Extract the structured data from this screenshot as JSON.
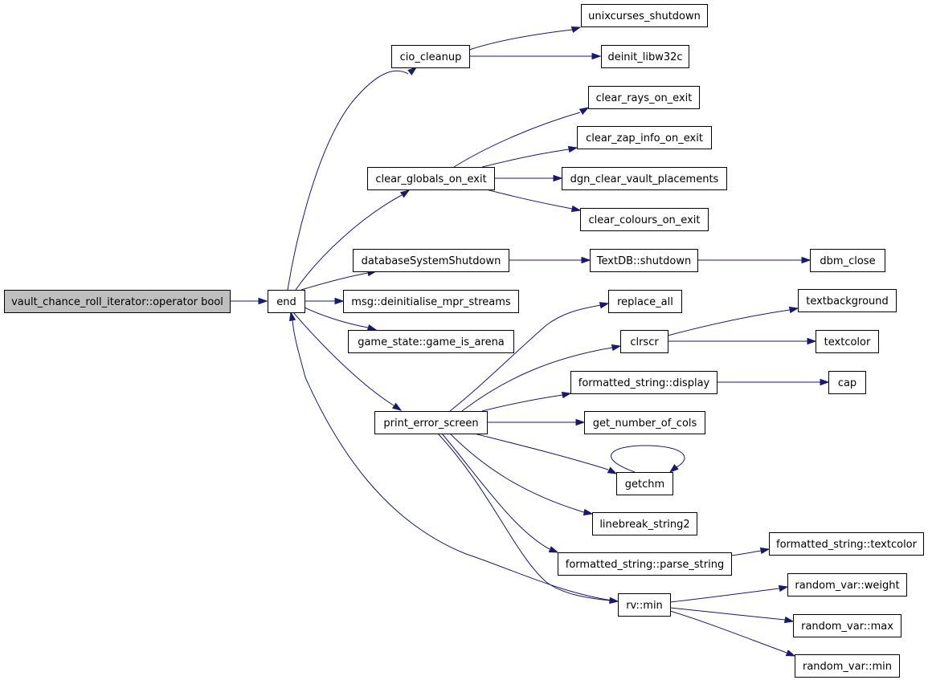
{
  "diagram": {
    "nodes": [
      {
        "id": "root",
        "label": "vault_chance_roll_iterator::operator bool",
        "root": true
      },
      {
        "id": "end",
        "label": "end"
      },
      {
        "id": "cio_cleanup",
        "label": "cio_cleanup"
      },
      {
        "id": "unixcurses_shutdown",
        "label": "unixcurses_shutdown"
      },
      {
        "id": "deinit_libw32c",
        "label": "deinit_libw32c"
      },
      {
        "id": "clear_globals_on_exit",
        "label": "clear_globals_on_exit"
      },
      {
        "id": "clear_rays_on_exit",
        "label": "clear_rays_on_exit"
      },
      {
        "id": "clear_zap_info_on_exit",
        "label": "clear_zap_info_on_exit"
      },
      {
        "id": "dgn_clear_vault_placements",
        "label": "dgn_clear_vault_placements"
      },
      {
        "id": "clear_colours_on_exit",
        "label": "clear_colours_on_exit"
      },
      {
        "id": "databaseSystemShutdown",
        "label": "databaseSystemShutdown"
      },
      {
        "id": "textdb_shutdown",
        "label": "TextDB::shutdown"
      },
      {
        "id": "dbm_close",
        "label": "dbm_close"
      },
      {
        "id": "deinitialise_mpr",
        "label": "msg::deinitialise_mpr_streams"
      },
      {
        "id": "game_is_arena",
        "label": "game_state::game_is_arena"
      },
      {
        "id": "print_error_screen",
        "label": "print_error_screen"
      },
      {
        "id": "replace_all",
        "label": "replace_all"
      },
      {
        "id": "clrscr",
        "label": "clrscr"
      },
      {
        "id": "textbackground",
        "label": "textbackground"
      },
      {
        "id": "textcolor",
        "label": "textcolor"
      },
      {
        "id": "fs_display",
        "label": "formatted_string::display"
      },
      {
        "id": "cap",
        "label": "cap"
      },
      {
        "id": "get_number_of_cols",
        "label": "get_number_of_cols"
      },
      {
        "id": "getchm",
        "label": "getchm"
      },
      {
        "id": "linebreak_string2",
        "label": "linebreak_string2"
      },
      {
        "id": "fs_parse_string",
        "label": "formatted_string::parse_string"
      },
      {
        "id": "fs_textcolor",
        "label": "formatted_string::textcolor"
      },
      {
        "id": "rv_min",
        "label": "rv::min"
      },
      {
        "id": "random_var_weight",
        "label": "random_var::weight"
      },
      {
        "id": "random_var_max",
        "label": "random_var::max"
      },
      {
        "id": "random_var_min",
        "label": "random_var::min"
      }
    ],
    "edges": [
      {
        "from": "root",
        "to": "end"
      },
      {
        "from": "end",
        "to": "cio_cleanup"
      },
      {
        "from": "cio_cleanup",
        "to": "unixcurses_shutdown"
      },
      {
        "from": "cio_cleanup",
        "to": "deinit_libw32c"
      },
      {
        "from": "end",
        "to": "clear_globals_on_exit"
      },
      {
        "from": "clear_globals_on_exit",
        "to": "clear_rays_on_exit"
      },
      {
        "from": "clear_globals_on_exit",
        "to": "clear_zap_info_on_exit"
      },
      {
        "from": "clear_globals_on_exit",
        "to": "dgn_clear_vault_placements"
      },
      {
        "from": "clear_globals_on_exit",
        "to": "clear_colours_on_exit"
      },
      {
        "from": "end",
        "to": "databaseSystemShutdown"
      },
      {
        "from": "databaseSystemShutdown",
        "to": "textdb_shutdown"
      },
      {
        "from": "textdb_shutdown",
        "to": "dbm_close"
      },
      {
        "from": "end",
        "to": "deinitialise_mpr"
      },
      {
        "from": "end",
        "to": "game_is_arena"
      },
      {
        "from": "end",
        "to": "print_error_screen"
      },
      {
        "from": "print_error_screen",
        "to": "replace_all"
      },
      {
        "from": "print_error_screen",
        "to": "clrscr"
      },
      {
        "from": "clrscr",
        "to": "textbackground"
      },
      {
        "from": "clrscr",
        "to": "textcolor"
      },
      {
        "from": "print_error_screen",
        "to": "fs_display"
      },
      {
        "from": "fs_display",
        "to": "cap"
      },
      {
        "from": "print_error_screen",
        "to": "get_number_of_cols"
      },
      {
        "from": "print_error_screen",
        "to": "getchm"
      },
      {
        "from": "getchm",
        "to": "getchm"
      },
      {
        "from": "print_error_screen",
        "to": "linebreak_string2"
      },
      {
        "from": "print_error_screen",
        "to": "fs_parse_string"
      },
      {
        "from": "fs_parse_string",
        "to": "fs_textcolor"
      },
      {
        "from": "print_error_screen",
        "to": "rv_min"
      },
      {
        "from": "rv_min",
        "to": "end"
      },
      {
        "from": "rv_min",
        "to": "random_var_weight"
      },
      {
        "from": "rv_min",
        "to": "random_var_max"
      },
      {
        "from": "rv_min",
        "to": "random_var_min"
      }
    ]
  }
}
